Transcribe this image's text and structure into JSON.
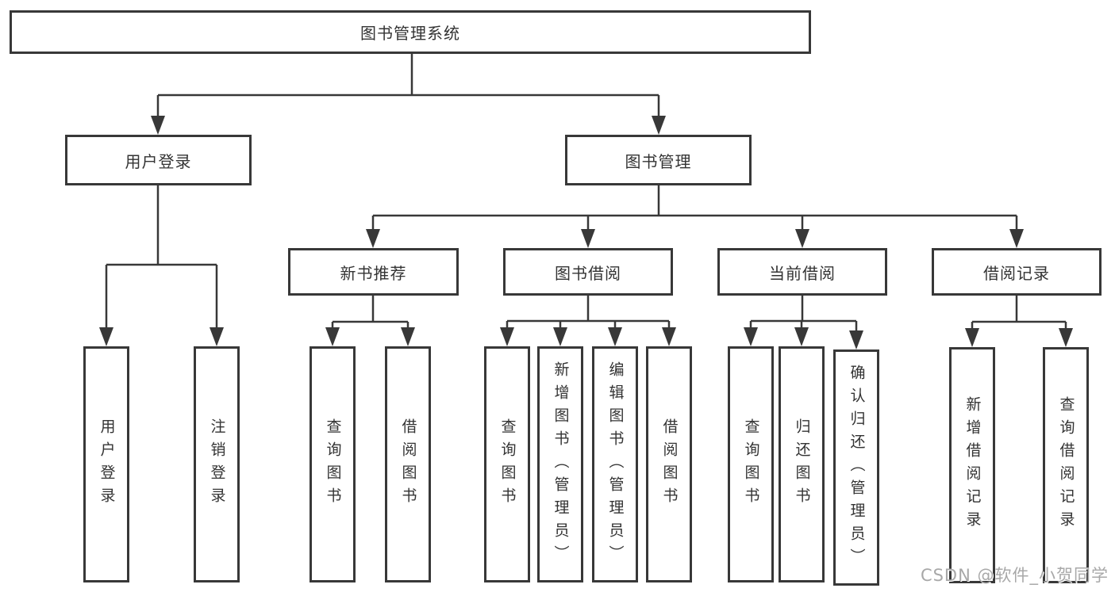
{
  "diagram": {
    "type": "hierarchy-structure-chart",
    "watermark": "CSDN @软件_小贺同学",
    "colors": {
      "line": "#383838",
      "box_border": "#383838",
      "text": "#333333",
      "background": "#ffffff",
      "watermark": "#a8a8a8"
    },
    "tree": {
      "label": "图书管理系统",
      "children": [
        {
          "label": "用户登录",
          "children": [
            {
              "label": "用户登录"
            },
            {
              "label": "注销登录"
            }
          ]
        },
        {
          "label": "图书管理",
          "children": [
            {
              "label": "新书推荐",
              "children": [
                {
                  "label": "查询图书"
                },
                {
                  "label": "借阅图书"
                }
              ]
            },
            {
              "label": "图书借阅",
              "children": [
                {
                  "label": "查询图书"
                },
                {
                  "label": "新增图书（管理员）"
                },
                {
                  "label": "编辑图书（管理员）"
                },
                {
                  "label": "借阅图书"
                }
              ]
            },
            {
              "label": "当前借阅",
              "children": [
                {
                  "label": "查询图书"
                },
                {
                  "label": "归还图书"
                },
                {
                  "label": "确认归还（管理员）"
                }
              ]
            },
            {
              "label": "借阅记录",
              "children": [
                {
                  "label": "新增借阅记录"
                },
                {
                  "label": "查询借阅记录"
                }
              ]
            }
          ]
        }
      ]
    }
  }
}
